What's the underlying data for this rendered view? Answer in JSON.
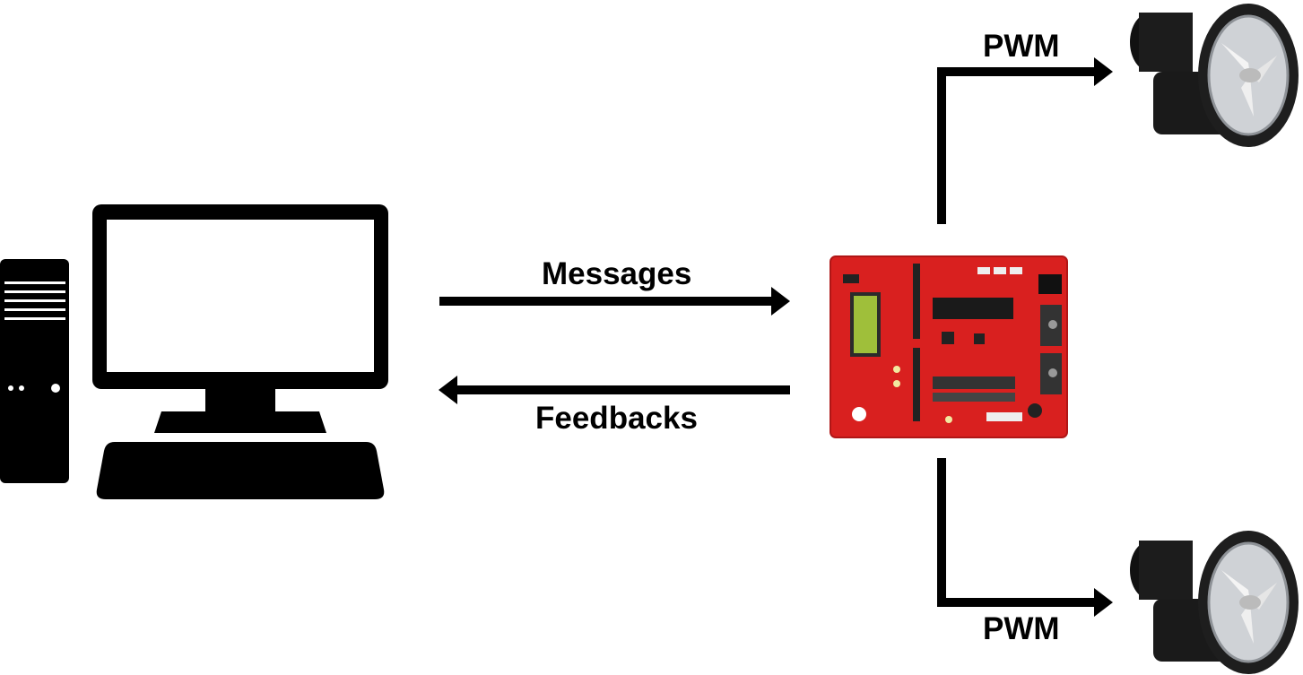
{
  "labels": {
    "messages": "Messages",
    "feedbacks": "Feedbacks",
    "pwm_top": "PWM",
    "pwm_bottom": "PWM"
  },
  "colors": {
    "line": "#000000",
    "board": "#d9201f",
    "background": "#ffffff"
  },
  "nodes": [
    {
      "id": "computer",
      "icon": "desktop-computer-icon"
    },
    {
      "id": "board",
      "icon": "microcontroller-board-icon"
    },
    {
      "id": "thruster_top",
      "icon": "thruster-icon"
    },
    {
      "id": "thruster_bottom",
      "icon": "thruster-icon"
    }
  ]
}
